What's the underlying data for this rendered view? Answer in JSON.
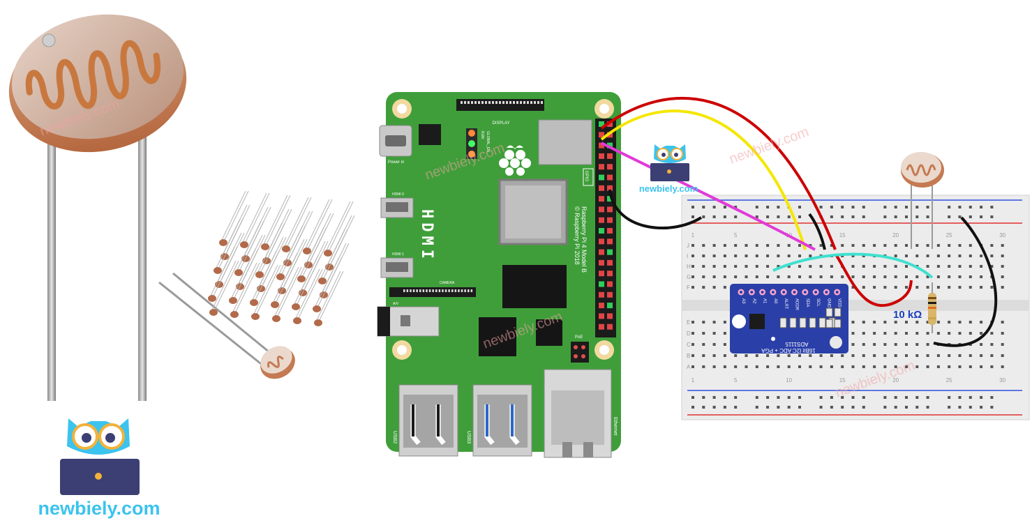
{
  "brand": {
    "site": "newbiely.com",
    "watermark": "newbiely.com"
  },
  "raspberry_pi": {
    "model_line1": "Raspberry Pi 4 Model B",
    "model_line2": "© Raspberry Pi 2018",
    "display_label": "DISPLAY",
    "power_label": "Power in",
    "hdmi_text": "HDMI",
    "hdmi0_label": "HDMI 0",
    "hdmi1_label": "HDMI 1",
    "camera_label": "CAMERA",
    "gpio_label": "GPIO",
    "poe_label": "PoE",
    "av_label": "A/V",
    "usb2_label": "USB2",
    "usb3_label": "USB3",
    "ethernet_label": "Ethernet",
    "run_label": "RUN",
    "global_en_label": "GLOBAL_EN"
  },
  "adc_module": {
    "pins": [
      "A3",
      "A2",
      "A1",
      "A0",
      "ALRT",
      "ADDR",
      "SDA",
      "SCL",
      "GND",
      "VDD"
    ],
    "name": "ADS1115",
    "desc": "16Bit I2C ADC + PGA"
  },
  "resistor": {
    "label": "10 kΩ"
  },
  "breadboard": {
    "col_numbers": [
      "1",
      "5",
      "10",
      "15",
      "20",
      "25",
      "30"
    ],
    "row_letters_top": [
      "J",
      "I",
      "H",
      "G",
      "F"
    ],
    "row_letters_bottom": [
      "E",
      "D",
      "C",
      "B",
      "A"
    ]
  },
  "colors": {
    "pi_green": "#3f9e3a",
    "wire_red": "#cc0000",
    "wire_yellow": "#f5e600",
    "wire_magenta": "#e13ad9",
    "wire_black": "#111111",
    "wire_cyan": "#3fe0cf",
    "adc_blue": "#2a3fa8",
    "logo_blue": "#3cc3ee",
    "logo_navy": "#3b3f73"
  }
}
